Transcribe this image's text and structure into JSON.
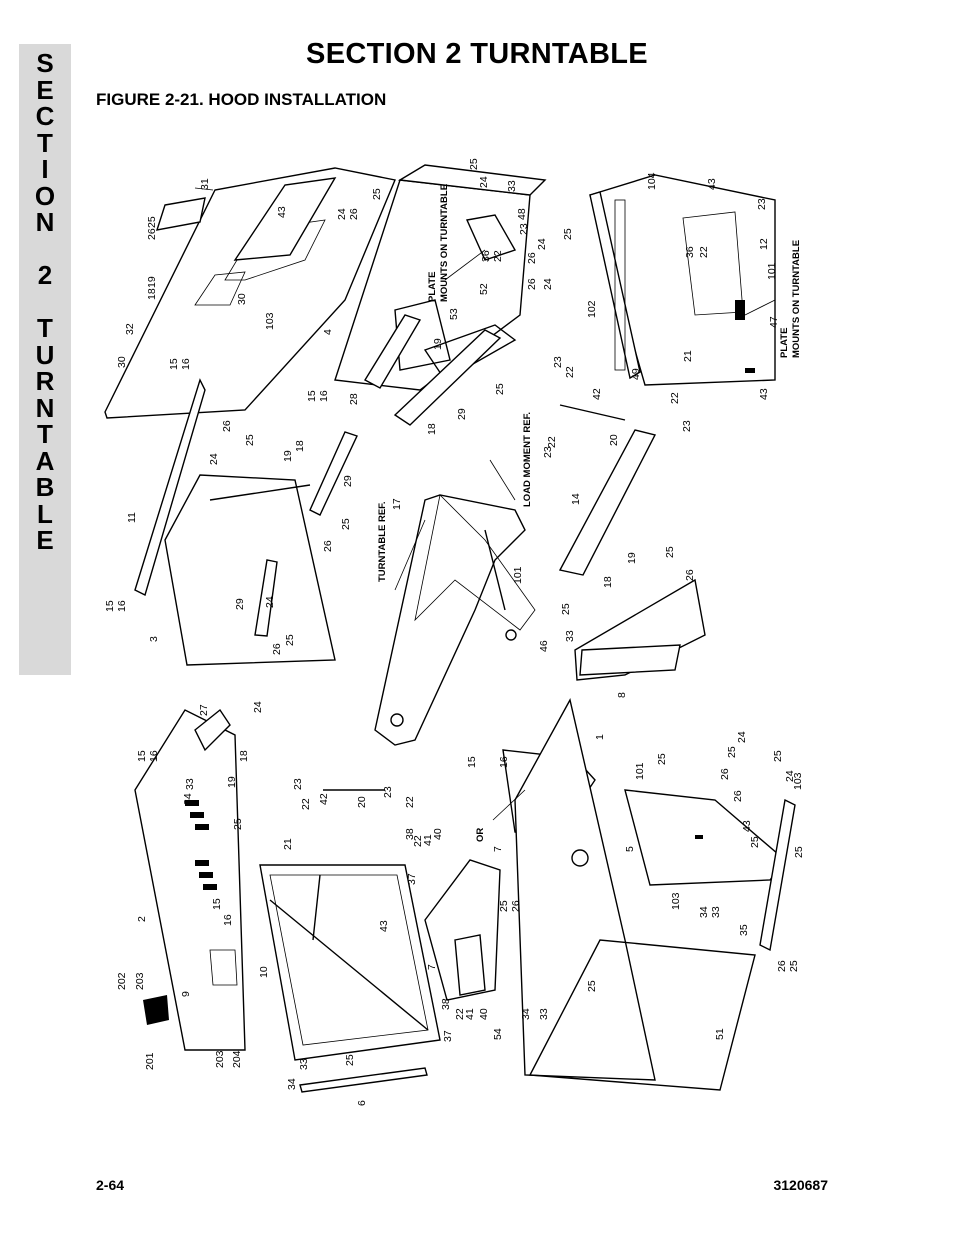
{
  "side_tab": {
    "letters": [
      "S",
      "E",
      "C",
      "T",
      "I",
      "O",
      "N",
      " ",
      "2",
      " ",
      "T",
      "U",
      "R",
      "N",
      "T",
      "A",
      "B",
      "L",
      "E"
    ]
  },
  "header": {
    "section_title": "SECTION 2  TURNTABLE",
    "figure_title": "FIGURE 2-21.  HOOD INSTALLATION"
  },
  "diagram": {
    "reference_labels": {
      "plate_top": "PLATE",
      "mounts_top": "MOUNTS ON TURNTABLE",
      "plate_right": "PLATE",
      "mounts_right": "MOUNTS ON TURNTABLE",
      "turntable_ref": "TURNTABLE REF.",
      "load_moment_ref": "LOAD MOMENT REF.",
      "or": "OR"
    },
    "callouts": [
      {
        "text": "31"
      },
      {
        "text": "25"
      },
      {
        "text": "26"
      },
      {
        "text": "43"
      },
      {
        "text": "19"
      },
      {
        "text": "18"
      },
      {
        "text": "30"
      },
      {
        "text": "32"
      },
      {
        "text": "103"
      },
      {
        "text": "30"
      },
      {
        "text": "15"
      },
      {
        "text": "16"
      },
      {
        "text": "4"
      },
      {
        "text": "24"
      },
      {
        "text": "26"
      },
      {
        "text": "25"
      },
      {
        "text": "25"
      },
      {
        "text": "24"
      },
      {
        "text": "33"
      },
      {
        "text": "48"
      },
      {
        "text": "23"
      },
      {
        "text": "36"
      },
      {
        "text": "22"
      },
      {
        "text": "24"
      },
      {
        "text": "26"
      },
      {
        "text": "52"
      },
      {
        "text": "53"
      },
      {
        "text": "19"
      },
      {
        "text": "15"
      },
      {
        "text": "16"
      },
      {
        "text": "28"
      },
      {
        "text": "18"
      },
      {
        "text": "29"
      },
      {
        "text": "25"
      },
      {
        "text": "26"
      },
      {
        "text": "24"
      },
      {
        "text": "104"
      },
      {
        "text": "43"
      },
      {
        "text": "25"
      },
      {
        "text": "23"
      },
      {
        "text": "36"
      },
      {
        "text": "22"
      },
      {
        "text": "12"
      },
      {
        "text": "102"
      },
      {
        "text": "101"
      },
      {
        "text": "47"
      },
      {
        "text": "21"
      },
      {
        "text": "49"
      },
      {
        "text": "43"
      },
      {
        "text": "23"
      },
      {
        "text": "22"
      },
      {
        "text": "42"
      },
      {
        "text": "23"
      },
      {
        "text": "22"
      },
      {
        "text": "20"
      },
      {
        "text": "22"
      },
      {
        "text": "23"
      },
      {
        "text": "11"
      },
      {
        "text": "24"
      },
      {
        "text": "26"
      },
      {
        "text": "25"
      },
      {
        "text": "18"
      },
      {
        "text": "19"
      },
      {
        "text": "29"
      },
      {
        "text": "25"
      },
      {
        "text": "26"
      },
      {
        "text": "17"
      },
      {
        "text": "101"
      },
      {
        "text": "14"
      },
      {
        "text": "19"
      },
      {
        "text": "18"
      },
      {
        "text": "25"
      },
      {
        "text": "26"
      },
      {
        "text": "15"
      },
      {
        "text": "16"
      },
      {
        "text": "3"
      },
      {
        "text": "29"
      },
      {
        "text": "24"
      },
      {
        "text": "26"
      },
      {
        "text": "25"
      },
      {
        "text": "46"
      },
      {
        "text": "25"
      },
      {
        "text": "33"
      },
      {
        "text": "8"
      },
      {
        "text": "24"
      },
      {
        "text": "27"
      },
      {
        "text": "15"
      },
      {
        "text": "16"
      },
      {
        "text": "18"
      },
      {
        "text": "19"
      },
      {
        "text": "33"
      },
      {
        "text": "34"
      },
      {
        "text": "25"
      },
      {
        "text": "23"
      },
      {
        "text": "22"
      },
      {
        "text": "42"
      },
      {
        "text": "20"
      },
      {
        "text": "23"
      },
      {
        "text": "22"
      },
      {
        "text": "21"
      },
      {
        "text": "38"
      },
      {
        "text": "22"
      },
      {
        "text": "41"
      },
      {
        "text": "40"
      },
      {
        "text": "37"
      },
      {
        "text": "1"
      },
      {
        "text": "15"
      },
      {
        "text": "16"
      },
      {
        "text": "101"
      },
      {
        "text": "25"
      },
      {
        "text": "24"
      },
      {
        "text": "25"
      },
      {
        "text": "26"
      },
      {
        "text": "26"
      },
      {
        "text": "25"
      },
      {
        "text": "24"
      },
      {
        "text": "103"
      },
      {
        "text": "43"
      },
      {
        "text": "25"
      },
      {
        "text": "25"
      },
      {
        "text": "5"
      },
      {
        "text": "7"
      },
      {
        "text": "25"
      },
      {
        "text": "26"
      },
      {
        "text": "103"
      },
      {
        "text": "34"
      },
      {
        "text": "33"
      },
      {
        "text": "35"
      },
      {
        "text": "2"
      },
      {
        "text": "15"
      },
      {
        "text": "16"
      },
      {
        "text": "43"
      },
      {
        "text": "10"
      },
      {
        "text": "7"
      },
      {
        "text": "202"
      },
      {
        "text": "203"
      },
      {
        "text": "9"
      },
      {
        "text": "201"
      },
      {
        "text": "203"
      },
      {
        "text": "204"
      },
      {
        "text": "38"
      },
      {
        "text": "22"
      },
      {
        "text": "41"
      },
      {
        "text": "40"
      },
      {
        "text": "37"
      },
      {
        "text": "54"
      },
      {
        "text": "25"
      },
      {
        "text": "34"
      },
      {
        "text": "33"
      },
      {
        "text": "51"
      },
      {
        "text": "26"
      },
      {
        "text": "25"
      },
      {
        "text": "33"
      },
      {
        "text": "25"
      },
      {
        "text": "34"
      },
      {
        "text": "6"
      }
    ]
  },
  "footer": {
    "page_number": "2-64",
    "document_number": "3120687"
  }
}
